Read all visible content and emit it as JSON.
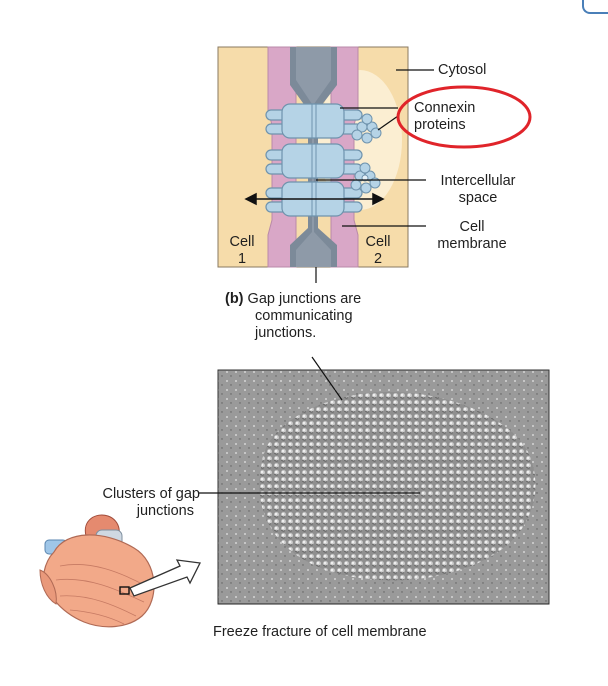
{
  "diagram": {
    "labels": {
      "cytosol": "Cytosol",
      "connexin_line1": "Connexin",
      "connexin_line2": "proteins",
      "intercellular_line1": "Intercellular",
      "intercellular_line2": "space",
      "membrane_line1": "Cell",
      "membrane_line2": "membrane",
      "cell1_line1": "Cell",
      "cell1_line2": "1",
      "cell2_line1": "Cell",
      "cell2_line2": "2"
    },
    "caption": {
      "prefix": "(b)",
      "line1": "Gap junctions are",
      "line2": "communicating",
      "line3": "junctions."
    }
  },
  "micrograph": {
    "clusters_line1": "Clusters of gap",
    "clusters_line2": "junctions",
    "caption": "Freeze fracture of cell membrane"
  },
  "colors": {
    "cytosol": "#f6dcaa",
    "membrane": "#d9a7c7",
    "space": "#7c8a99",
    "connexin": "#b5d3e6",
    "highlight": "#e0242a"
  }
}
